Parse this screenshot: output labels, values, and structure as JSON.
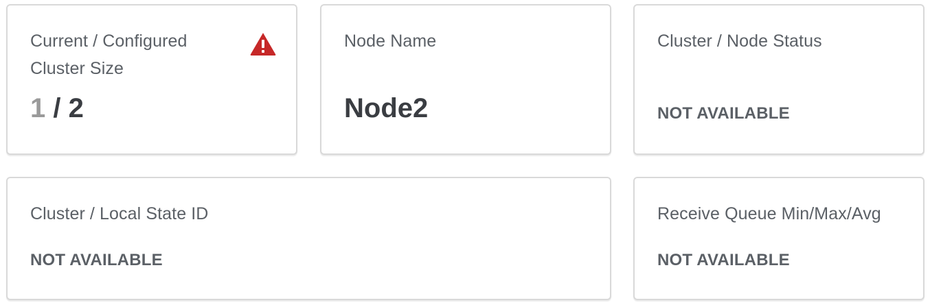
{
  "cards": {
    "cluster_size": {
      "label": "Current / Configured Cluster Size",
      "current": "1",
      "separator": " / ",
      "configured": "2",
      "icon": "warning-triangle-icon",
      "icon_color": "#c62828"
    },
    "node_name": {
      "label": "Node Name",
      "value": "Node2"
    },
    "cluster_node_status": {
      "label": "Cluster / Node Status",
      "value": "NOT AVAILABLE"
    },
    "cluster_local_state": {
      "label": "Cluster / Local State ID",
      "value": "NOT AVAILABLE"
    },
    "receive_queue": {
      "label": "Receive Queue Min/Max/Avg",
      "value": "NOT AVAILABLE"
    }
  }
}
